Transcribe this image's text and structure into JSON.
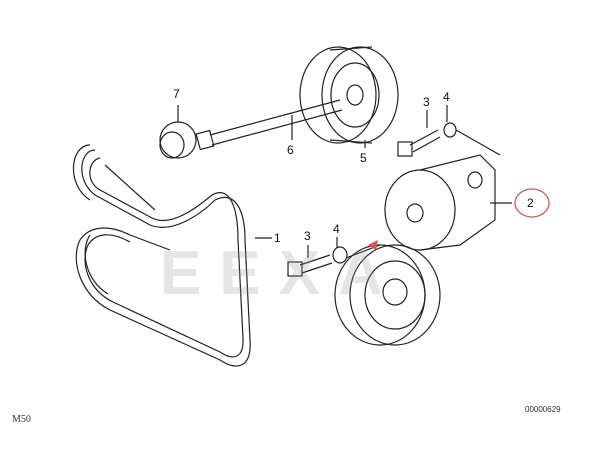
{
  "callouts": {
    "p1": "1",
    "p2": "2",
    "p3a": "3",
    "p3b": "3",
    "p4a": "4",
    "p4b": "4",
    "p5": "5",
    "p6": "6",
    "p7": "7"
  },
  "footer": {
    "model": "M50",
    "diagram_number": "00000629"
  },
  "watermark": "EEXA",
  "colors": {
    "highlight": "#d9534f",
    "line": "#222222"
  }
}
